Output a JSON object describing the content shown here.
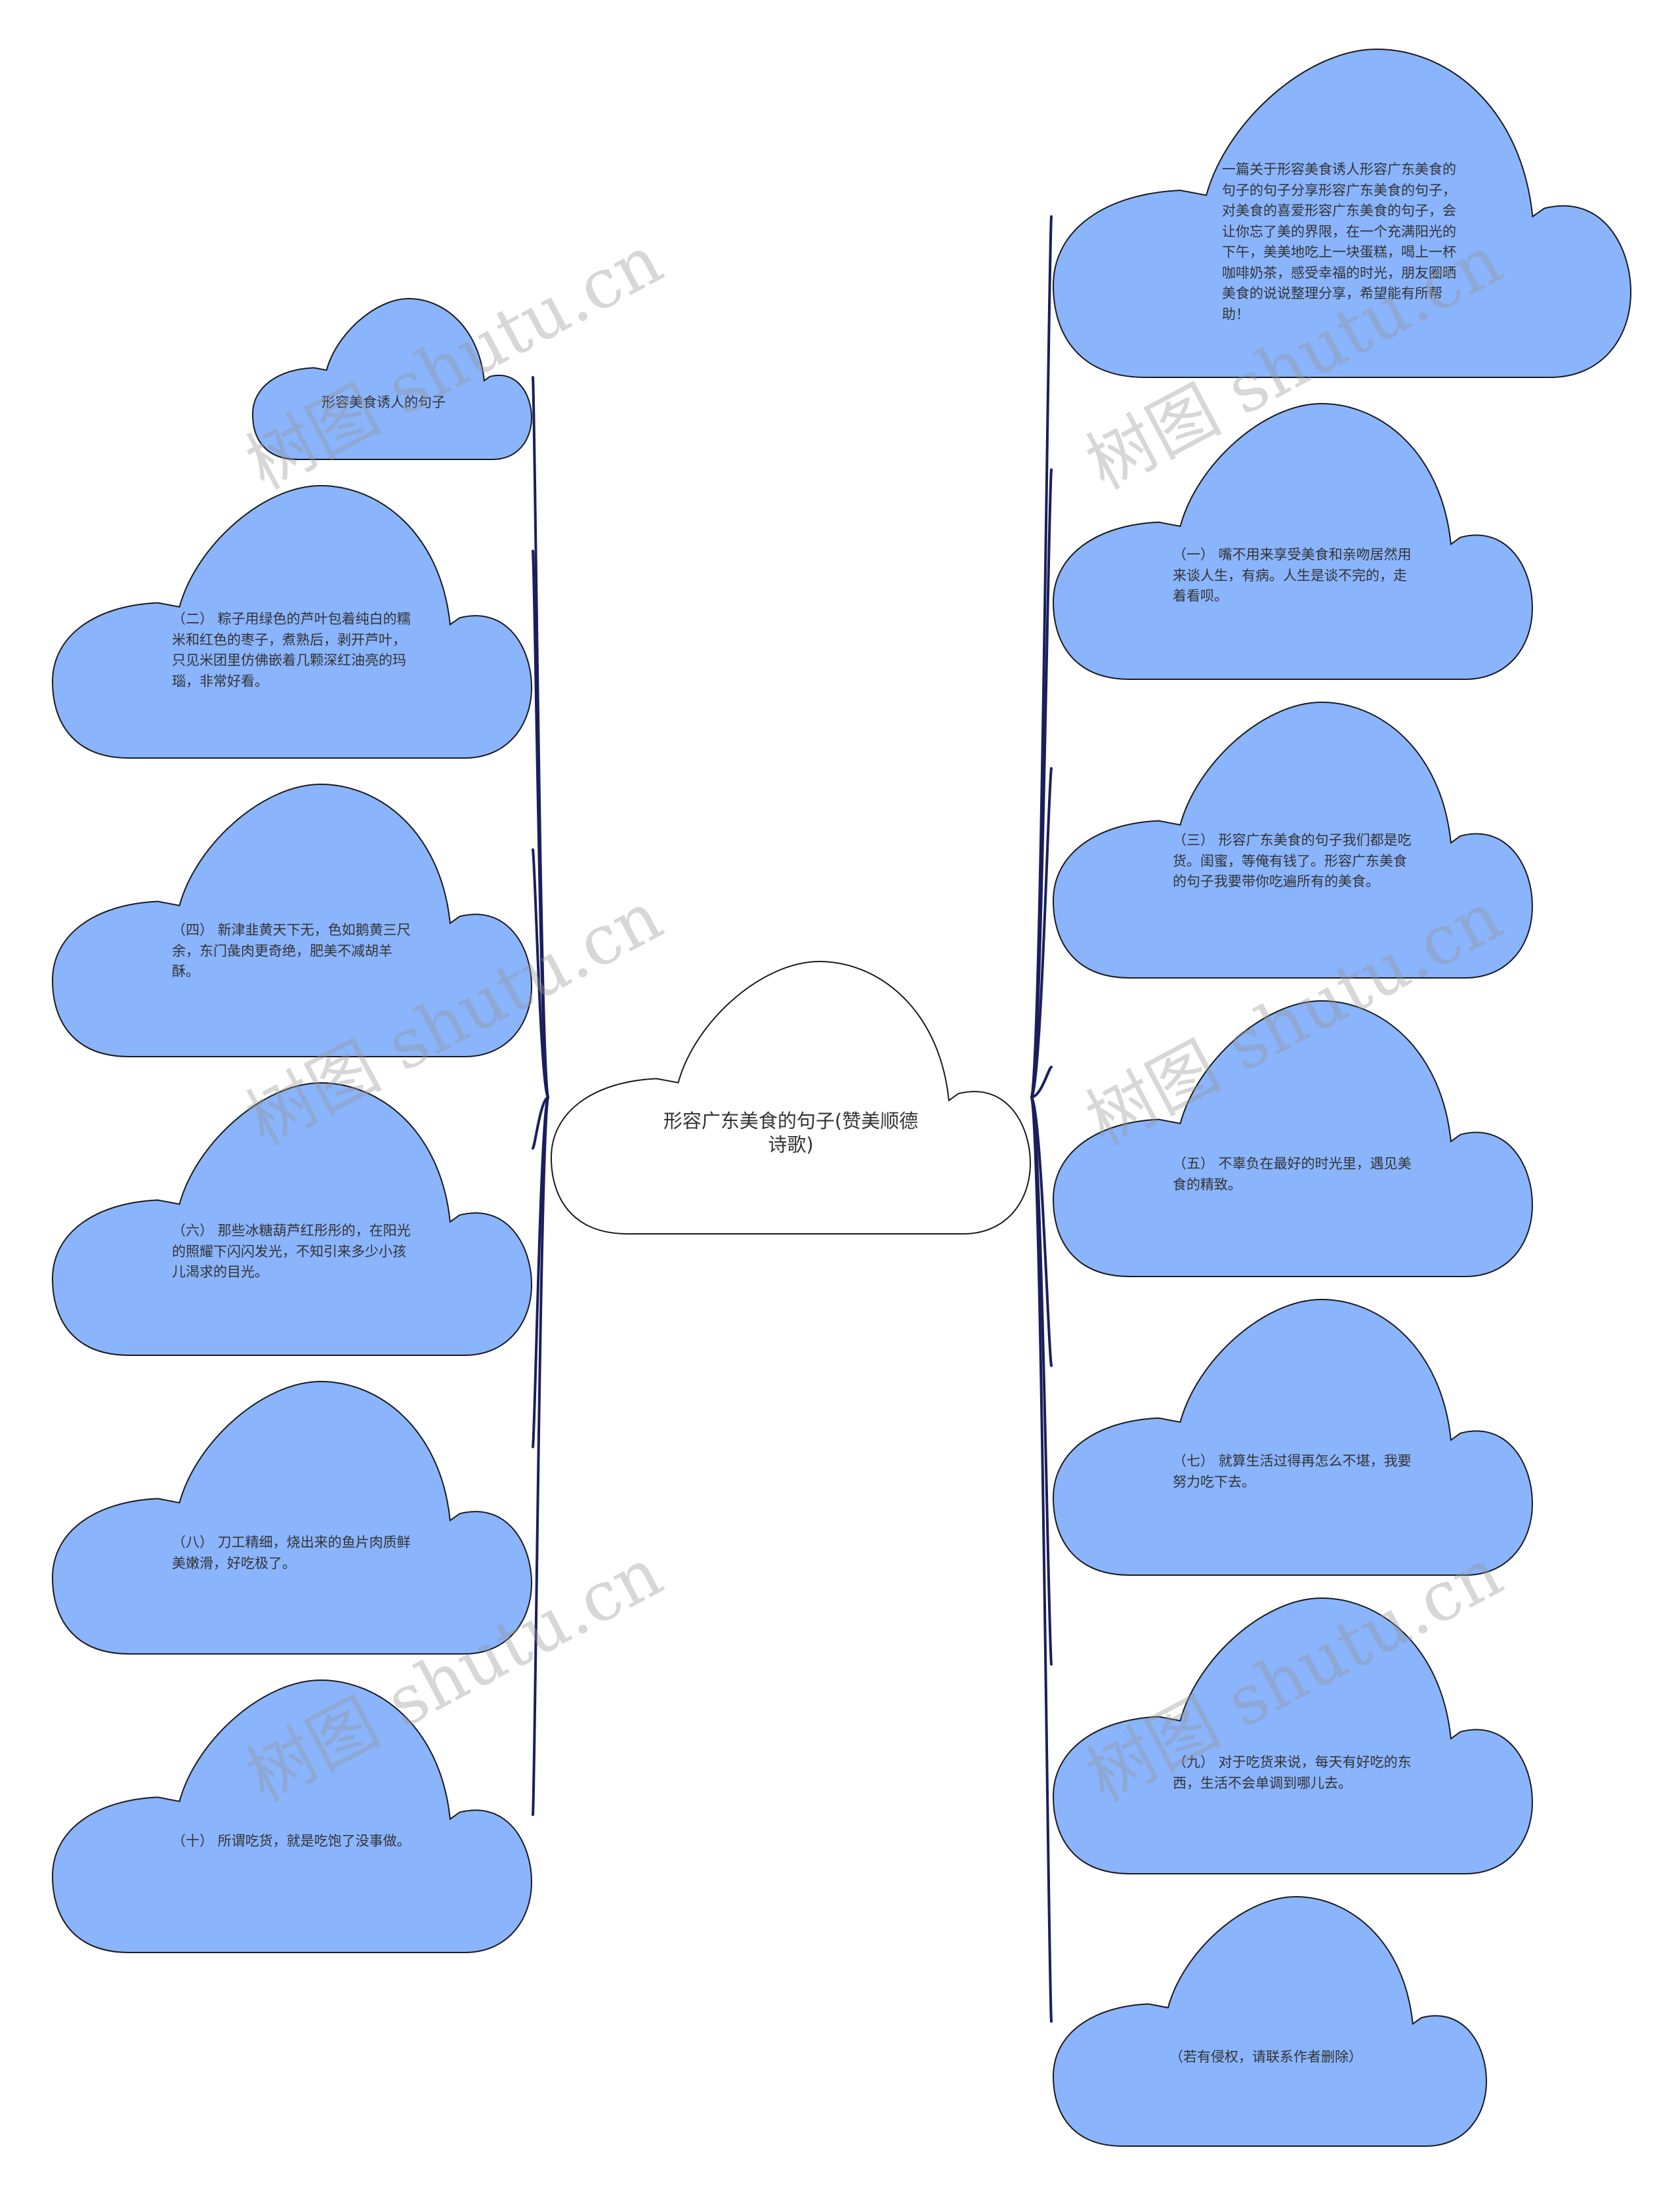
{
  "diagram": {
    "type": "mind-map",
    "colors": {
      "node_fill": "#8ab4fc",
      "node_stroke": "#1a1a1a",
      "root_fill": "#ffffff",
      "connector": "#1a1f5c",
      "text": "#333333",
      "watermark": "#c8c8c8"
    },
    "root": {
      "label": "形容广东美食的句子(赞美顺德诗歌)",
      "lines": [
        "形容广东美食的句子(赞美",
        "顺德诗歌)"
      ]
    },
    "left_nodes": [
      {
        "label": "形容美食诱人的句子"
      },
      {
        "label": "（二） 粽子用绿色的芦叶包着纯白的糯米和红色的枣子，煮熟后，剥开芦叶，只见米团里仿佛嵌着几颗深红油亮的玛瑙，非常好看。"
      },
      {
        "label": "（四） 新津韭黄天下无，色如鹅黄三尺余，东门彘肉更奇绝，肥美不减胡羊酥。"
      },
      {
        "label": "（六） 那些冰糖葫芦红彤彤的，在阳光的照耀下闪闪发光，不知引来多少小孩儿渴求的目光。"
      },
      {
        "label": "（八） 刀工精细，烧出来的鱼片肉质鲜美嫩滑，好吃极了。"
      },
      {
        "label": "（十） 所谓吃货，就是吃饱了没事做。"
      }
    ],
    "right_nodes": [
      {
        "label": "一篇关于形容美食诱人形容广东美食的句子的句子分享形容广东美食的句子，对美食的喜爱形容广东美食的句子，会让你忘了美的界限，在一个充满阳光的下午，美美地吃上一块蛋糕，喝上一杯咖啡奶茶，感受幸福的时光，朋友圈晒美食的说说整理分享，希望能有所帮助！"
      },
      {
        "label": "（一） 嘴不用来享受美食和亲吻居然用来谈人生，有病。人生是谈不完的，走着看呗。"
      },
      {
        "label": "（三） 形容广东美食的句子我们都是吃货。闺蜜，等俺有钱了。形容广东美食的句子我要带你吃遍所有的美食。"
      },
      {
        "label": "（五） 不辜负在最好的时光里，遇见美食的精致。"
      },
      {
        "label": "（七） 就算生活过得再怎么不堪，我要努力吃下去。"
      },
      {
        "label": "（九） 对于吃货来说，每天有好吃的东西，生活不会单调到哪儿去。"
      },
      {
        "label": "（若有侵权，请联系作者删除）"
      }
    ],
    "watermark_text": "树图 shutu.cn"
  }
}
